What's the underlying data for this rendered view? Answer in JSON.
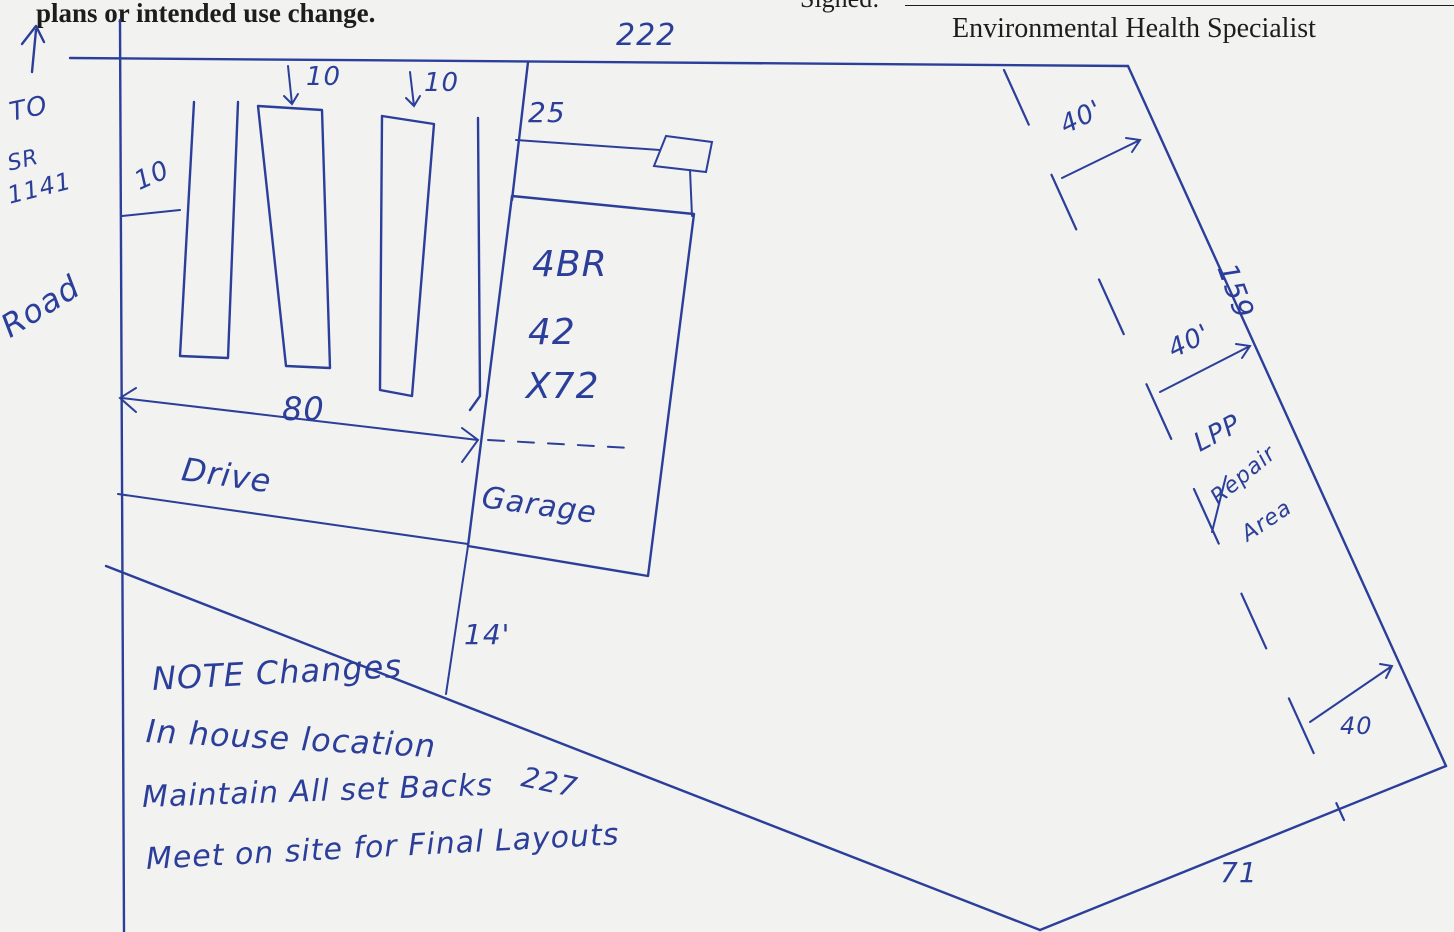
{
  "form": {
    "left_text": "plans or intended use change.",
    "signed_label": "Signed:",
    "signer_title": "Environmental Health Specialist"
  },
  "sketch": {
    "top_boundary": "222",
    "bottom_boundary": "227",
    "right_boundary": "159",
    "corner_boundary": "71",
    "road_label": [
      "TO",
      "SR",
      "1141",
      "Road"
    ],
    "setback_left": "10",
    "setback_top_1": "10",
    "setback_top_2": "10",
    "setback_house": "25",
    "house_label": [
      "4BR",
      "42",
      "X72"
    ],
    "garage_label": "Garage",
    "drive_label": "Drive",
    "drive_length": "80",
    "side_setback": "14'",
    "repair_dims": [
      "40'",
      "40'",
      "40"
    ],
    "repair_label": [
      "LPP",
      "Repair",
      "Area"
    ],
    "notes": [
      "NOTE Changes",
      "In house location",
      "Maintain All set Backs",
      "Meet on site for Final Layouts"
    ]
  },
  "colors": {
    "ink": "#2b3f9a",
    "paper": "#f2f2f0",
    "print": "#1d1d1d"
  }
}
